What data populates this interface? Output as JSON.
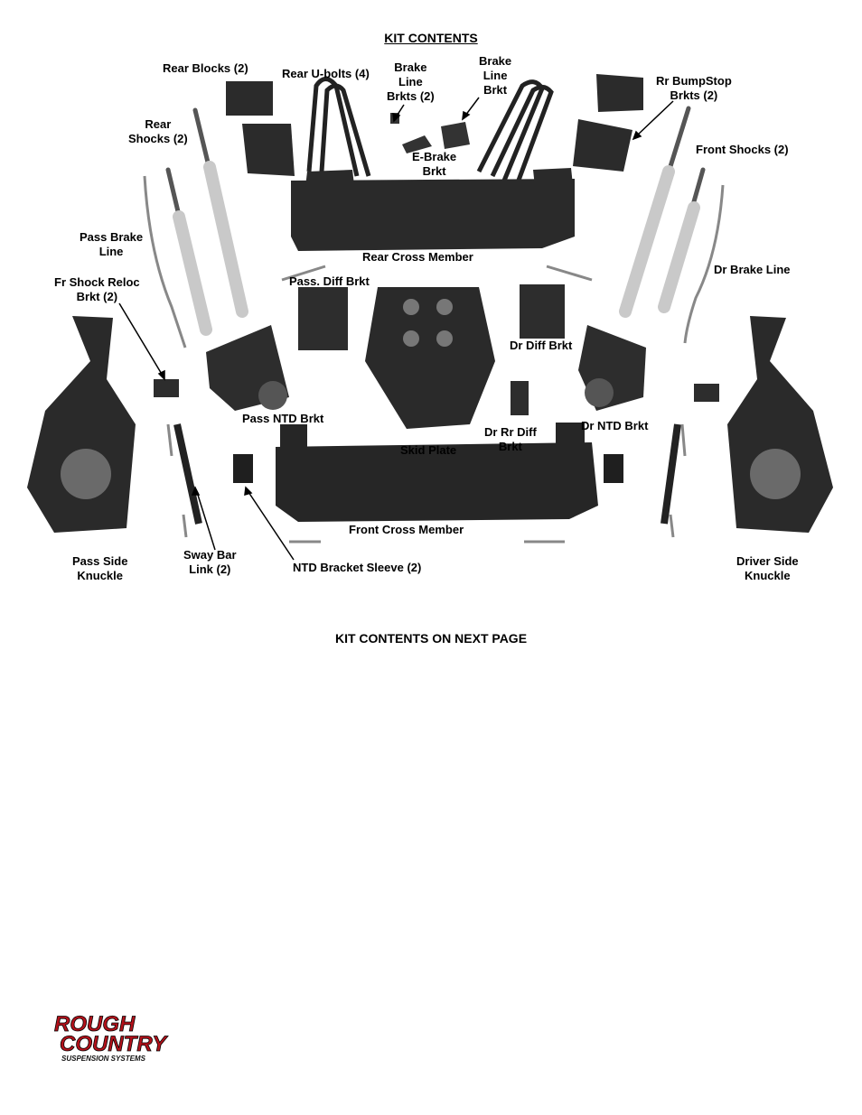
{
  "title": "KIT CONTENTS",
  "footer_note": "KIT CONTENTS ON NEXT PAGE",
  "labels": {
    "rear_blocks": "Rear Blocks (2)",
    "rear_ubolts": "Rear U-bolts (4)",
    "brake_line_brkts": "Brake\nLine\nBrkts (2)",
    "brake_line_brkt": "Brake\nLine\nBrkt",
    "rr_bumpstop": "Rr BumpStop\nBrkts (2)",
    "rear_shocks": "Rear\nShocks (2)",
    "e_brake": "E-Brake\nBrkt",
    "front_shocks": "Front  Shocks (2)",
    "pass_brake_line": "Pass  Brake\nLine",
    "rear_cross_member": "Rear Cross Member",
    "dr_brake_line": "Dr  Brake Line",
    "fr_shock_reloc": "Fr Shock Reloc\nBrkt (2)",
    "pass_diff_brkt": "Pass. Diff Brkt",
    "dr_diff_brkt": "Dr Diff Brkt",
    "pass_ntd_brkt": "Pass  NTD Brkt",
    "dr_rr_diff": "Dr Rr Diff\nBrkt",
    "dr_ntd_brkt": "Dr  NTD Brkt",
    "skid_plate": "Skid Plate",
    "front_cross_member": "Front Cross Member",
    "pass_side_knuckle": "Pass  Side\nKnuckle",
    "sway_bar_link": "Sway Bar\nLink (2)",
    "ntd_bracket_sleeve": "NTD Bracket Sleeve (2)",
    "driver_side_knuckle": "Driver Side\nKnuckle"
  },
  "logo": {
    "line1": "ROUGH",
    "line2": "COUNTRY",
    "line3": "SUSPENSION SYSTEMS"
  },
  "colors": {
    "part": "#2a2a2a",
    "shock": "#c9c9c9",
    "logo_red": "#b3121b"
  }
}
